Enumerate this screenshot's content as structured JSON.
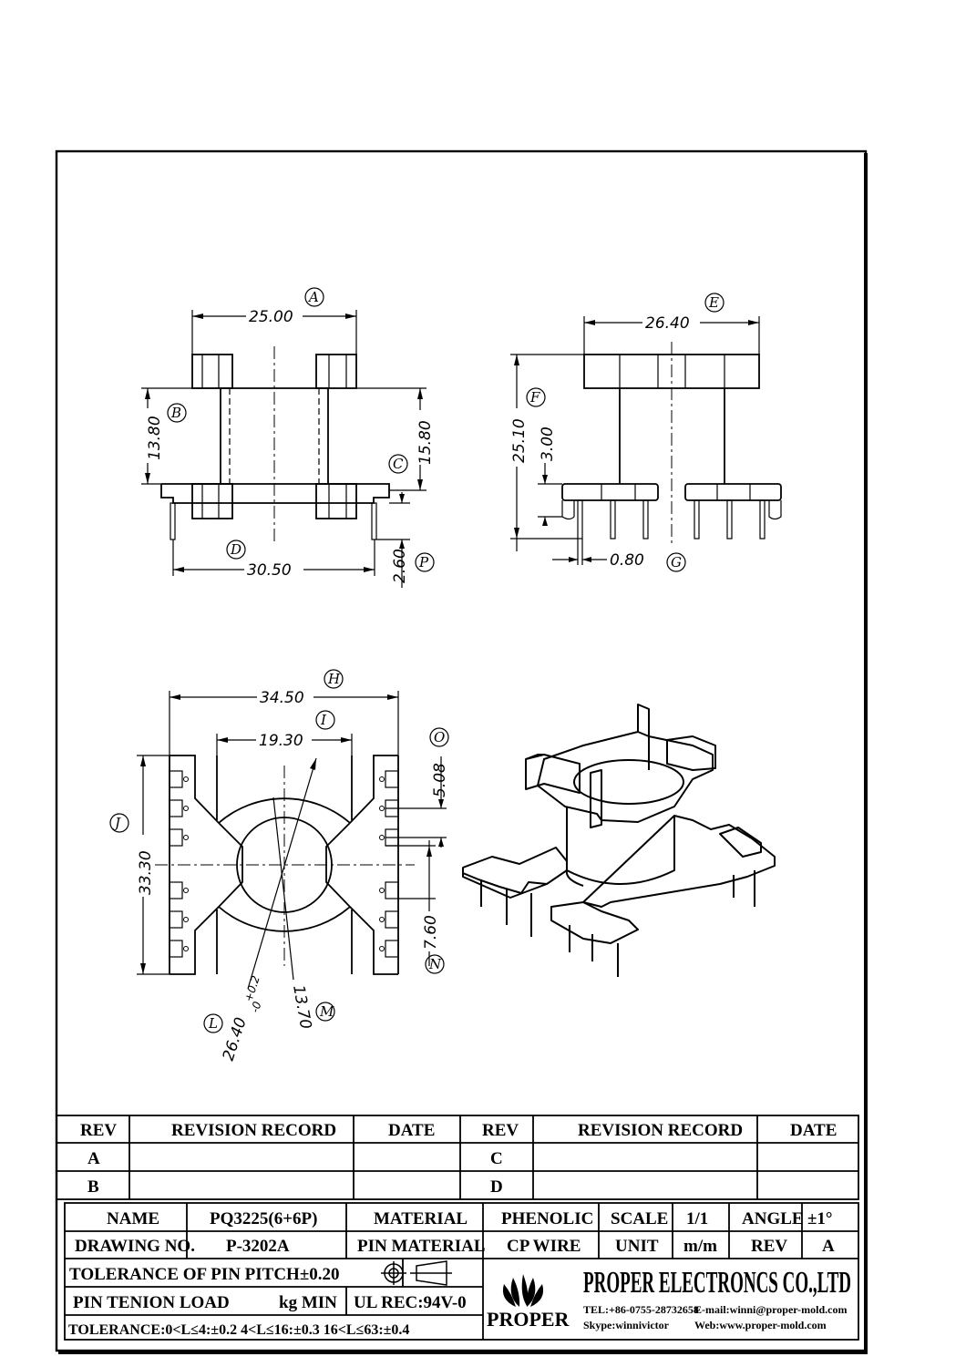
{
  "part_views": {
    "front": {
      "dims": {
        "A": "25.00",
        "B": "13.80",
        "C": "15.80",
        "D": "30.50",
        "P": "2.60"
      }
    },
    "side": {
      "dims": {
        "E": "26.40",
        "F": "25.10",
        "F2": "3.00",
        "G": "0.80"
      }
    },
    "top": {
      "dims": {
        "H": "34.50",
        "I": "19.30",
        "O": "5.08",
        "J": "33.30",
        "N": "7.60",
        "L": "26.40",
        "L_tol_plus": "+0.2",
        "L_tol_minus": "-0",
        "M": "13.70"
      }
    }
  },
  "callouts": [
    "A",
    "B",
    "C",
    "D",
    "P",
    "E",
    "F",
    "G",
    "H",
    "I",
    "O",
    "J",
    "N",
    "L",
    "M"
  ],
  "revision_table": {
    "headers": [
      "REV",
      "REVISION RECORD",
      "DATE",
      "REV",
      "REVISION RECORD",
      "DATE"
    ],
    "rows": [
      {
        "rev_left": "A",
        "rev_right": "C"
      },
      {
        "rev_left": "B",
        "rev_right": "D"
      }
    ]
  },
  "title_block": {
    "name_label": "NAME",
    "name_value": "PQ3225(6+6P)",
    "material_label": "MATERIAL",
    "material_value": "PHENOLIC",
    "scale_label": "SCALE",
    "scale_value": "1/1",
    "angle_label": "ANGLE",
    "angle_value": "±1°",
    "drawing_no_label": "DRAWING NO.",
    "drawing_no_value": "P-3202A",
    "pin_material_label": "PIN MATERIAL",
    "pin_material_value": "CP WIRE",
    "unit_label": "UNIT",
    "unit_value": "m/m",
    "rev_label": "REV",
    "rev_value": "A",
    "pin_pitch_tolerance": "TOLERANCE OF PIN PITCH±0.20",
    "pin_tension": "PIN TENION LOAD",
    "pin_tension_unit": "kg MIN",
    "ul_rec": "UL REC:94V-0",
    "tolerance": "TOLERANCE:0<L≤4:±0.2  4<L≤16:±0.3  16<L≤63:±0.4"
  },
  "company": {
    "name": "PROPER ELECTRONCS CO.,LTD",
    "logo_text": "PROPER",
    "tel": "TEL:+86-0755-28732658",
    "email": "E-mail:winni@proper-mold.com",
    "skype": "Skype:winnivictor",
    "web": "Web:www.proper-mold.com"
  }
}
